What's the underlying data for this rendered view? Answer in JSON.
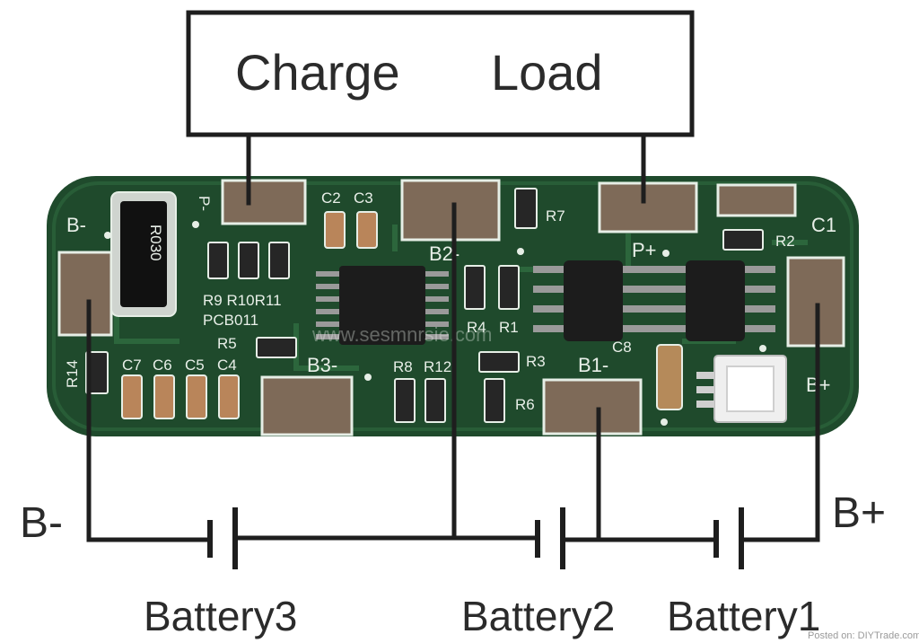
{
  "box": {
    "charge_label": "Charge",
    "load_label": "Load"
  },
  "terminals": {
    "b_minus": "B-",
    "b_plus": "B+"
  },
  "batteries": [
    "Battery3",
    "Battery2",
    "Battery1"
  ],
  "pcb": {
    "silkscreen": {
      "b_minus": "B-",
      "p_minus": "P-",
      "b2_minus": "B2-",
      "p_plus": "P+",
      "b3_minus": "B3-",
      "b1_minus": "B1-",
      "b_plus": "B+",
      "c2": "C2",
      "c3": "C3",
      "r7": "R7",
      "r2": "R2",
      "c1": "C1",
      "r9_r10_r11": "R9 R10R11",
      "board_id": "PCB011",
      "r5": "R5",
      "r14": "R14",
      "c7": "C7",
      "c6": "C6",
      "c5": "C5",
      "c4": "C4",
      "r8": "R8",
      "r12": "R12",
      "r3": "R3",
      "r6": "R6",
      "c8": "C8",
      "r1": "R1",
      "r4": "R4"
    },
    "shunt_resistor_marking": "R030",
    "watermark": "www.sesmnrsie.com"
  },
  "credit": "Posted on: DIYTrade.com",
  "colors": {
    "pcb_green": "#1f4a2c",
    "wire": "#1e1e1e",
    "text": "#2b2b2b",
    "pad": "#7e6a58",
    "silk": "#e8efe8"
  }
}
